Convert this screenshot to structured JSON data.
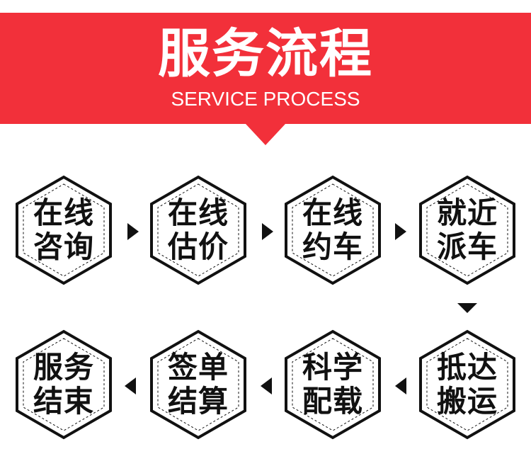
{
  "header": {
    "title": "服务流程",
    "subtitle": "SERVICE PROCESS",
    "color": "#f2303a"
  },
  "steps": [
    {
      "line1": "在线",
      "line2": "咨询"
    },
    {
      "line1": "在线",
      "line2": "估价"
    },
    {
      "line1": "在线",
      "line2": "约车"
    },
    {
      "line1": "就近",
      "line2": "派车"
    },
    {
      "line1": "抵达",
      "line2": "搬运"
    },
    {
      "line1": "科学",
      "line2": "配载"
    },
    {
      "line1": "签单",
      "line2": "结算"
    },
    {
      "line1": "服务",
      "line2": "结束"
    }
  ]
}
